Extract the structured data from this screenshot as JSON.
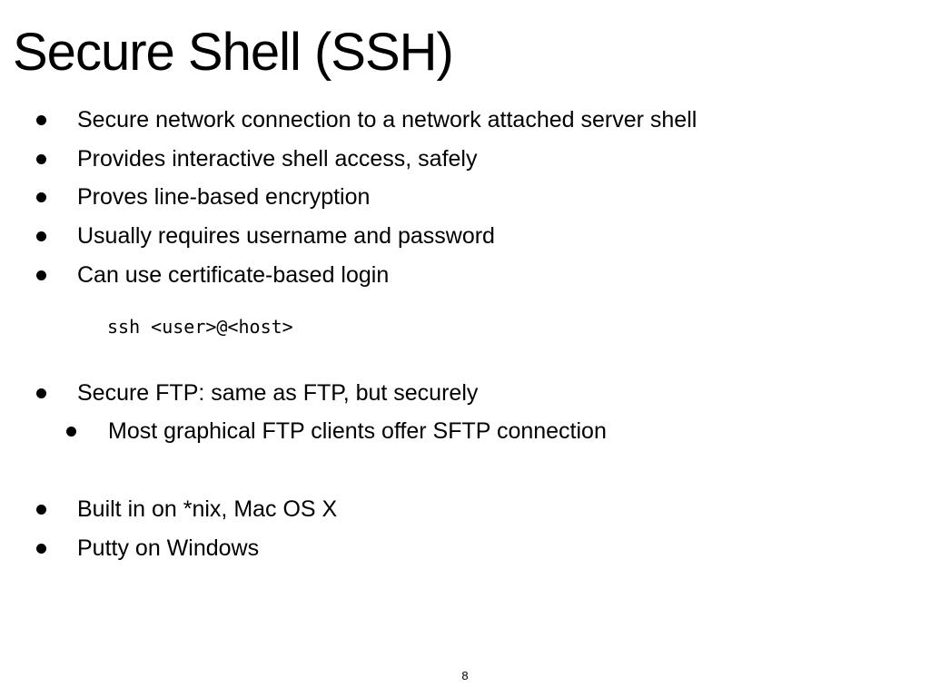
{
  "slide": {
    "title": "Secure Shell (SSH)",
    "bullets_top": [
      {
        "text": "Secure network connection to a network attached server shell",
        "level": 1
      },
      {
        "text": "Provides interactive shell access, safely",
        "level": 1
      },
      {
        "text": "Proves line-based encryption",
        "level": 1
      },
      {
        "text": "Usually requires username and password",
        "level": 1
      },
      {
        "text": "Can use certificate-based login",
        "level": 1
      }
    ],
    "code": "ssh <user>@<host>",
    "bullets_middle": [
      {
        "text": "Secure FTP: same as FTP, but securely",
        "level": 1
      },
      {
        "text": "Most graphical FTP clients offer SFTP connection",
        "level": 2
      }
    ],
    "bullets_bottom": [
      {
        "text": "Built in on *nix, Mac OS X",
        "level": 1
      },
      {
        "text": "Putty on Windows",
        "level": 1
      }
    ],
    "page_number": "8"
  }
}
